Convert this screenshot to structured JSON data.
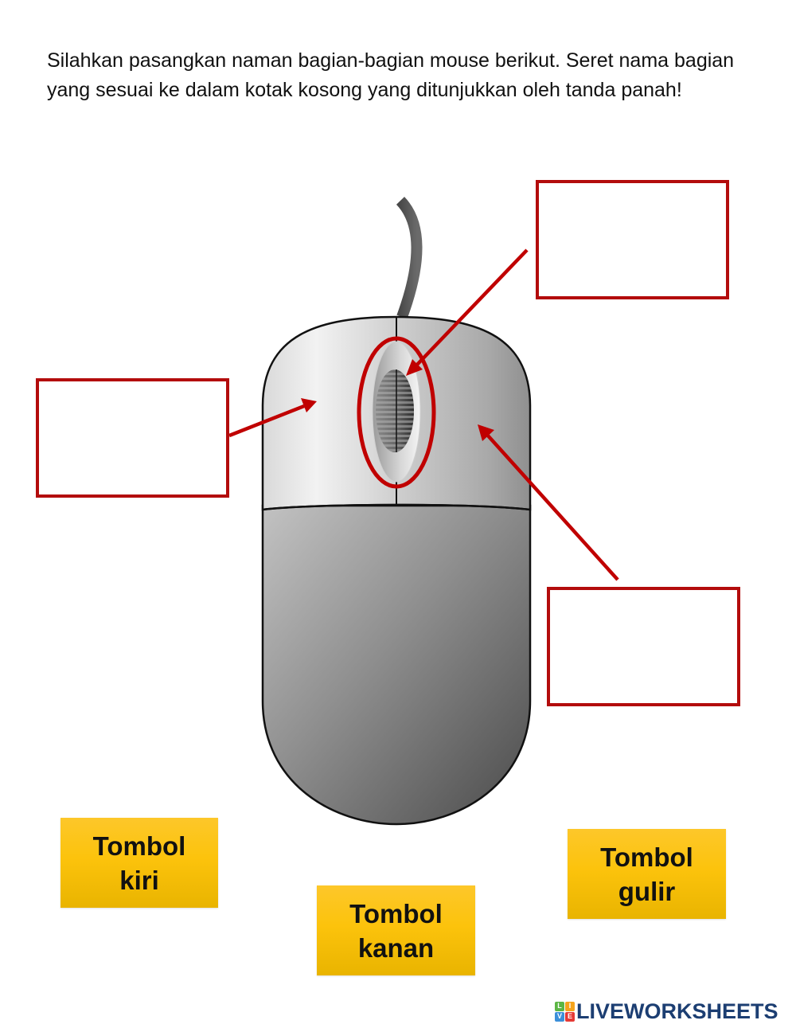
{
  "worksheet": {
    "instructions": "Silahkan pasangkan naman bagian-bagian mouse berikut. Seret nama bagian yang sesuai ke dalam kotak kosong yang ditunjukkan oleh tanda panah!",
    "illustration": "computer-mouse-diagram",
    "colors": {
      "drop_box_border": "#b30c0c",
      "arrow": "#c00000",
      "label_card": "#fcc30c",
      "logo_text": "#1c3e72"
    }
  },
  "drop_boxes": [
    {
      "id": "top-right",
      "points_to": "scroll-wheel",
      "value": ""
    },
    {
      "id": "left",
      "points_to": "left-button",
      "value": ""
    },
    {
      "id": "bottom-right",
      "points_to": "right-button",
      "value": ""
    }
  ],
  "labels": [
    {
      "line1": "Tombol",
      "line2": "kiri"
    },
    {
      "line1": "Tombol",
      "line2": "kanan"
    },
    {
      "line1": "Tombol",
      "line2": "gulir"
    }
  ],
  "footer": {
    "logo_badge": [
      "L",
      "I",
      "V",
      "E"
    ],
    "logo_badge_colors": [
      "#5bb544",
      "#f4a31c",
      "#3b8fd9",
      "#e53935"
    ],
    "logo_text": "LIVEWORKSHEETS"
  }
}
